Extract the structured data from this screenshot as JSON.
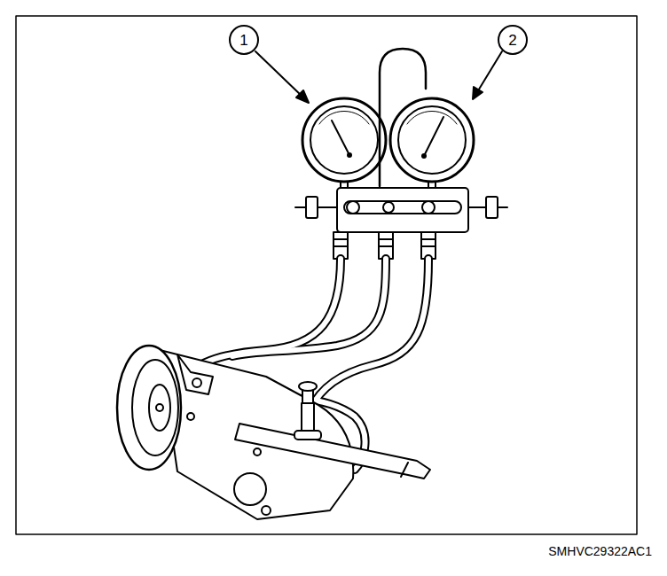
{
  "diagram": {
    "nodes": [
      {
        "text": [
          "1"
        ]
      },
      {
        "text": [
          "2"
        ]
      }
    ],
    "labels": [
      "SMHVC29322AC1"
    ]
  }
}
